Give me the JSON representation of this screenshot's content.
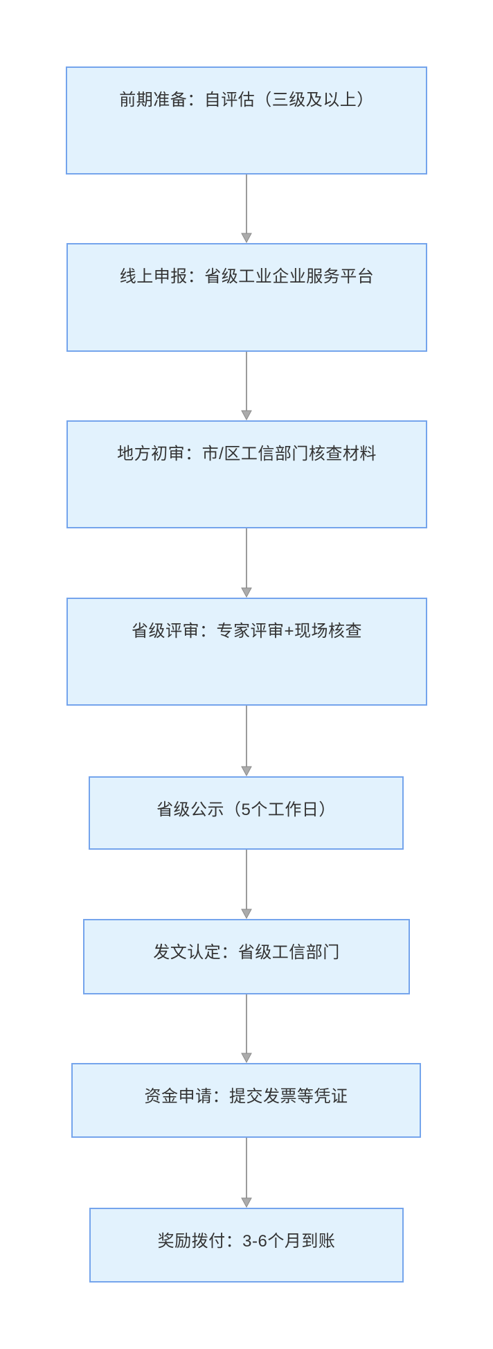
{
  "diagram": {
    "type": "flowchart",
    "direction": "top-down",
    "steps": [
      {
        "label": "前期准备：自评估（三级及以上）"
      },
      {
        "label": "线上申报：省级工业企业服务平台"
      },
      {
        "label": "地方初审：市/区工信部门核查材料"
      },
      {
        "label": "省级评审：专家评审+现场核查"
      },
      {
        "label": "省级公示（5个工作日）"
      },
      {
        "label": "发文认定：省级工信部门"
      },
      {
        "label": "资金申请：提交发票等凭证"
      },
      {
        "label": "奖励拨付：3-6个月到账"
      }
    ],
    "colors": {
      "background": "#FFFFFF",
      "box_fill": "#E2F2FD",
      "box_border": "#74A4EC",
      "text": "#333333",
      "arrow_line": "#9B9B9B",
      "arrow_head_fill": "#ABABAB",
      "arrow_head_stroke": "#8A8A8A"
    }
  }
}
